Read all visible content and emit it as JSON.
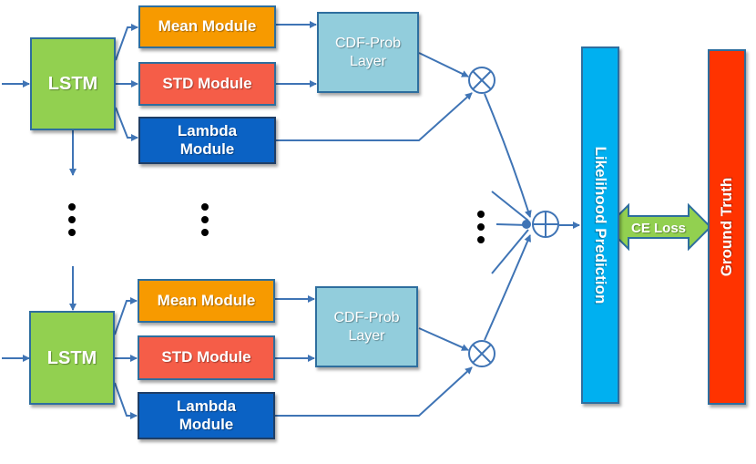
{
  "blocks": [
    {
      "lstm": "LSTM",
      "mean": "Mean Module",
      "std": "STD Module",
      "lambda_line1": "Lambda",
      "lambda_line2": "Module",
      "cdf_line1": "CDF-Prob",
      "cdf_line2": "Layer"
    },
    {
      "lstm": "LSTM",
      "mean": "Mean Module",
      "std": "STD Module",
      "lambda_line1": "Lambda",
      "lambda_line2": "Module",
      "cdf_line1": "CDF-Prob",
      "cdf_line2": "Layer"
    }
  ],
  "output": {
    "likelihood": "Likelihood Prediction",
    "ground_truth": "Ground Truth",
    "loss": "CE Loss"
  },
  "symbols": {
    "multiply": "⊗",
    "add": "⊕"
  },
  "colors": {
    "lstm": "#92d050",
    "mean": "#f79a00",
    "std": "#f55d48",
    "lambda": "#0b62c4",
    "cdf": "#92cddc",
    "likelihood": "#00b0f0",
    "ground_truth": "#ff3300",
    "arrow": "#3f74b5"
  }
}
